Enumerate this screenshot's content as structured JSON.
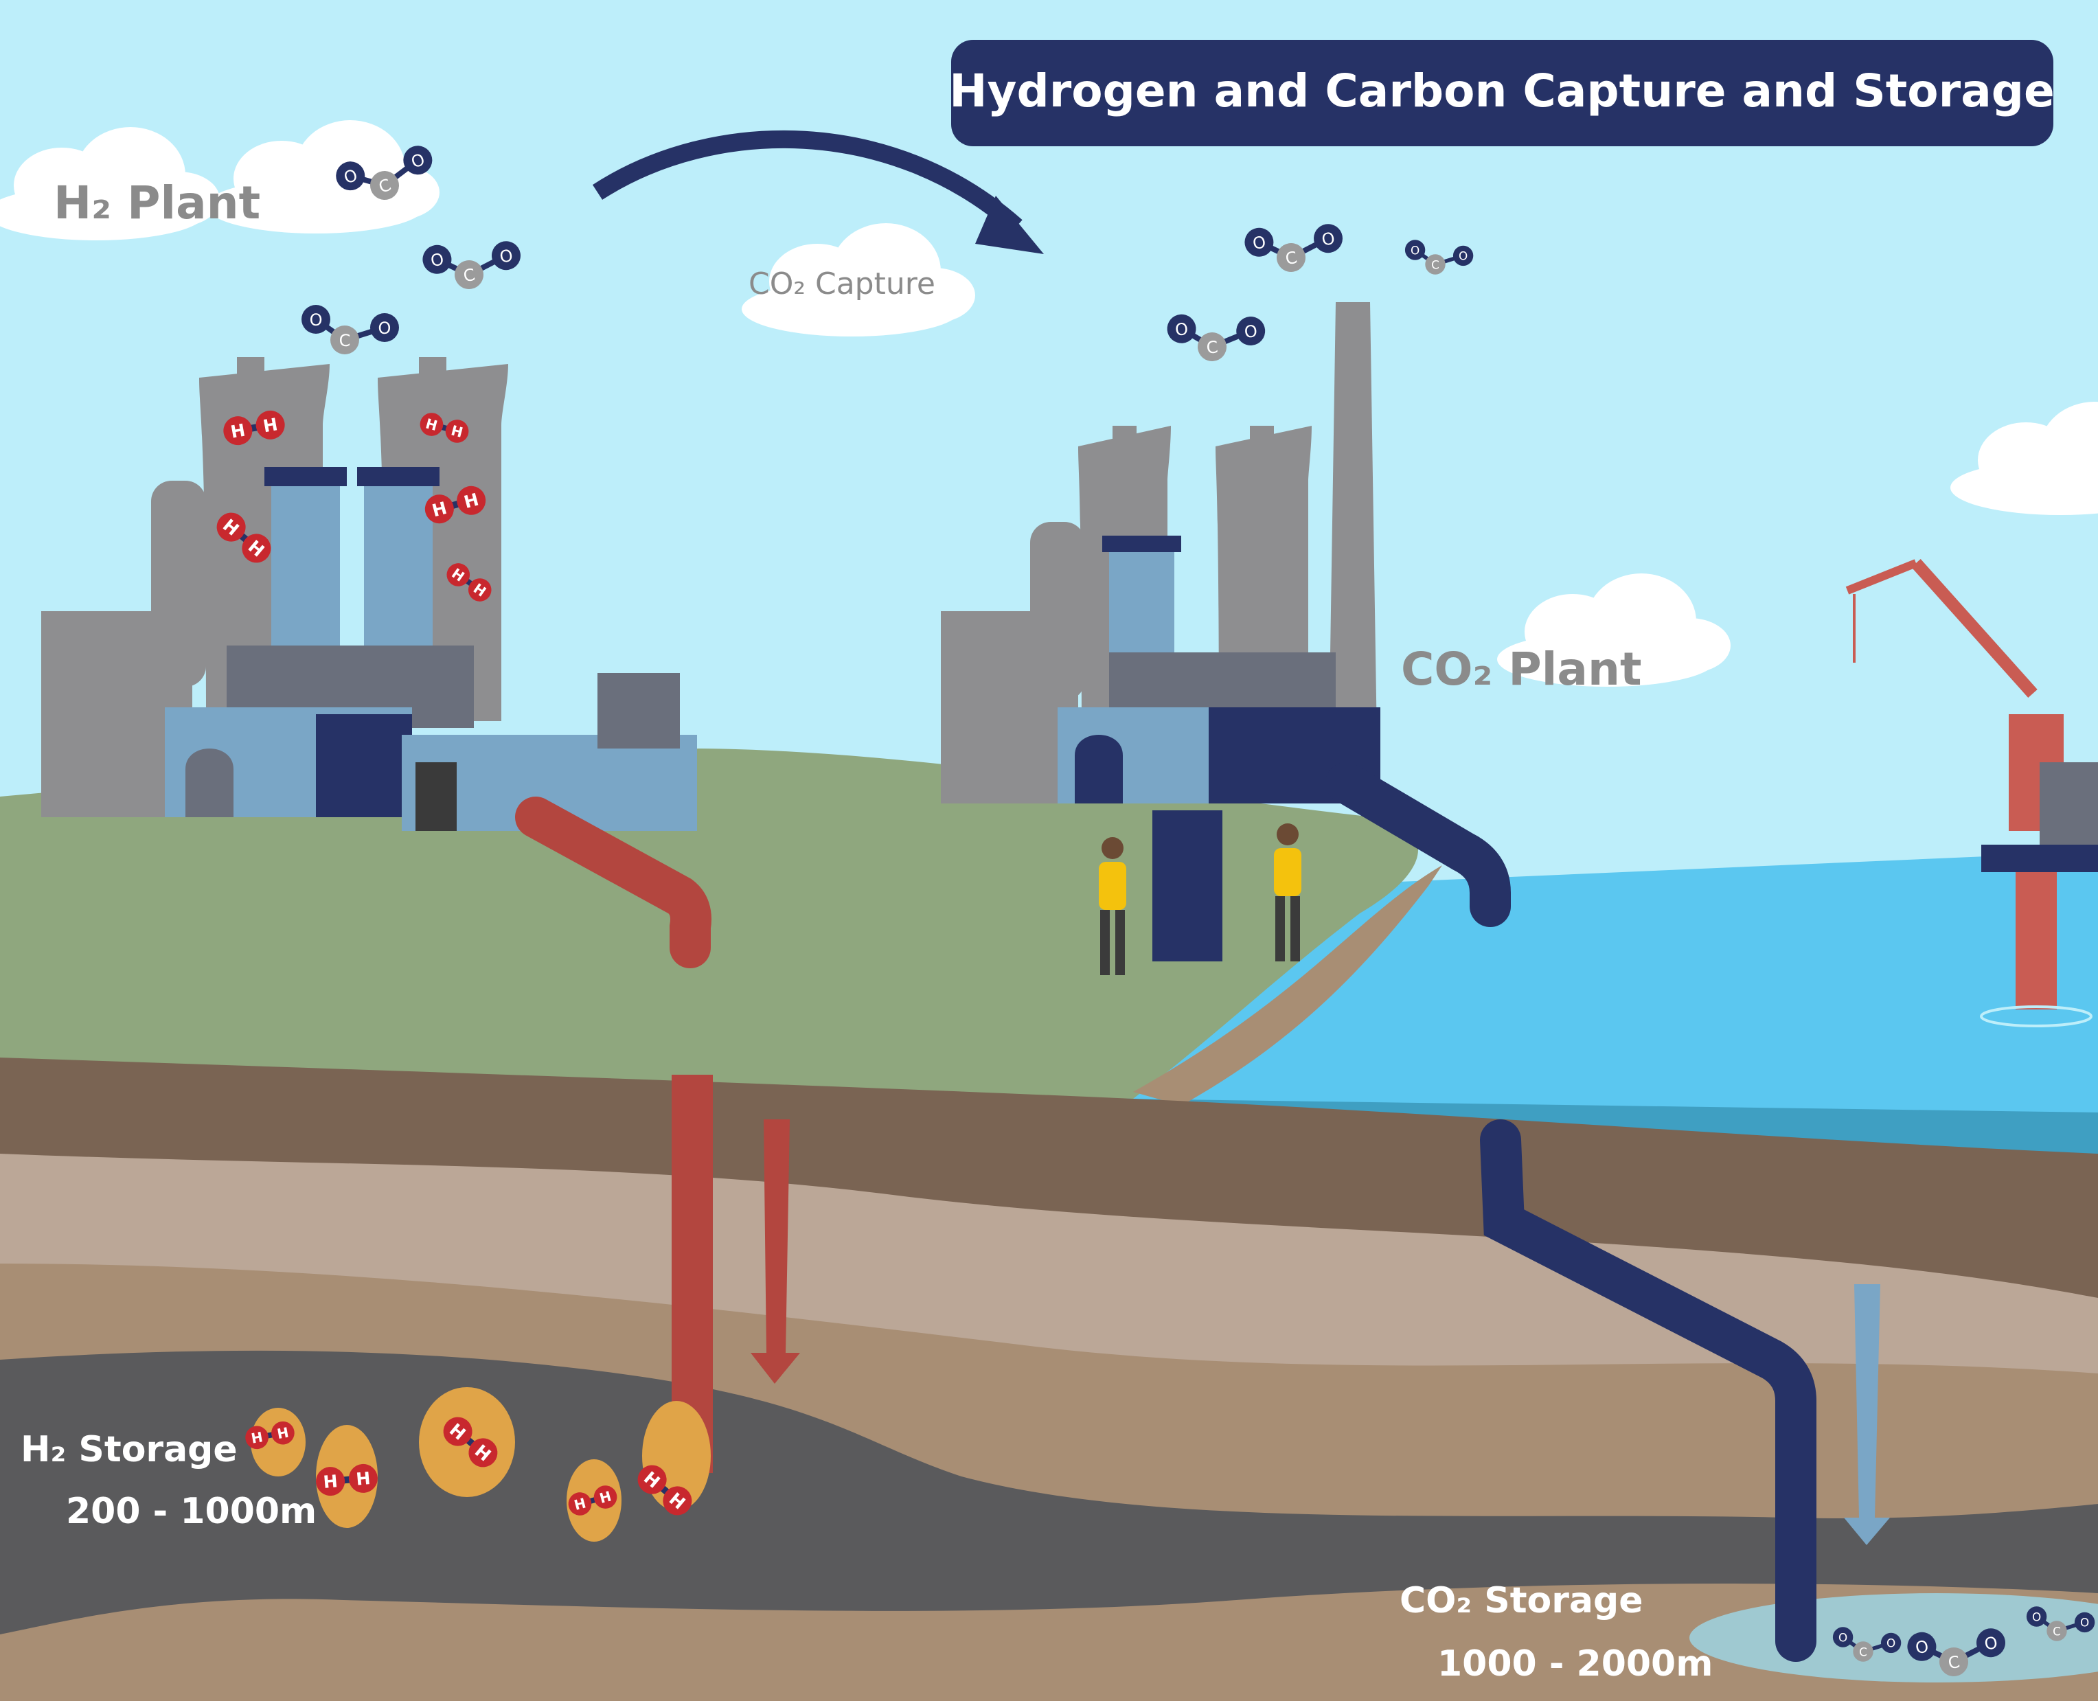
{
  "title": "Hydrogen and Carbon Capture and Storage",
  "labels": {
    "h2_plant": "H₂ Plant",
    "co2_capture": "CO₂  Capture",
    "co2_plant": "CO₂ Plant",
    "h2_storage": "H₂  Storage",
    "h2_depth": "200 - 1000m",
    "co2_storage": "CO₂  Storage",
    "co2_depth": "1000 - 2000m"
  },
  "atoms": {
    "hydrogen": "H",
    "oxygen": "O",
    "carbon": "C"
  },
  "colors": {
    "sky": "#bdeefa",
    "cloud": "#ffffff",
    "title_bg": "#263266",
    "title_text": "#ffffff",
    "grass": "#8fa77e",
    "sea": "#5bc7f0",
    "sea_deep": "#3f9fc2",
    "soil_1": "#7a6453",
    "soil_2": "#bba797",
    "soil_3": "#a88e74",
    "rock": "#5a5a5c",
    "h2_pipe": "#b3463f",
    "co2_pipe": "#263266",
    "storage_gold": "#e0a448",
    "label_gray": "#8b8b8b",
    "plant_gray": "#8e8e90",
    "platform_red": "#c95c53"
  },
  "icons": [
    "h2-molecule-icon",
    "co2-molecule-icon",
    "down-arrow-icon",
    "curved-arrow-icon",
    "worker-icon",
    "crane-icon"
  ]
}
